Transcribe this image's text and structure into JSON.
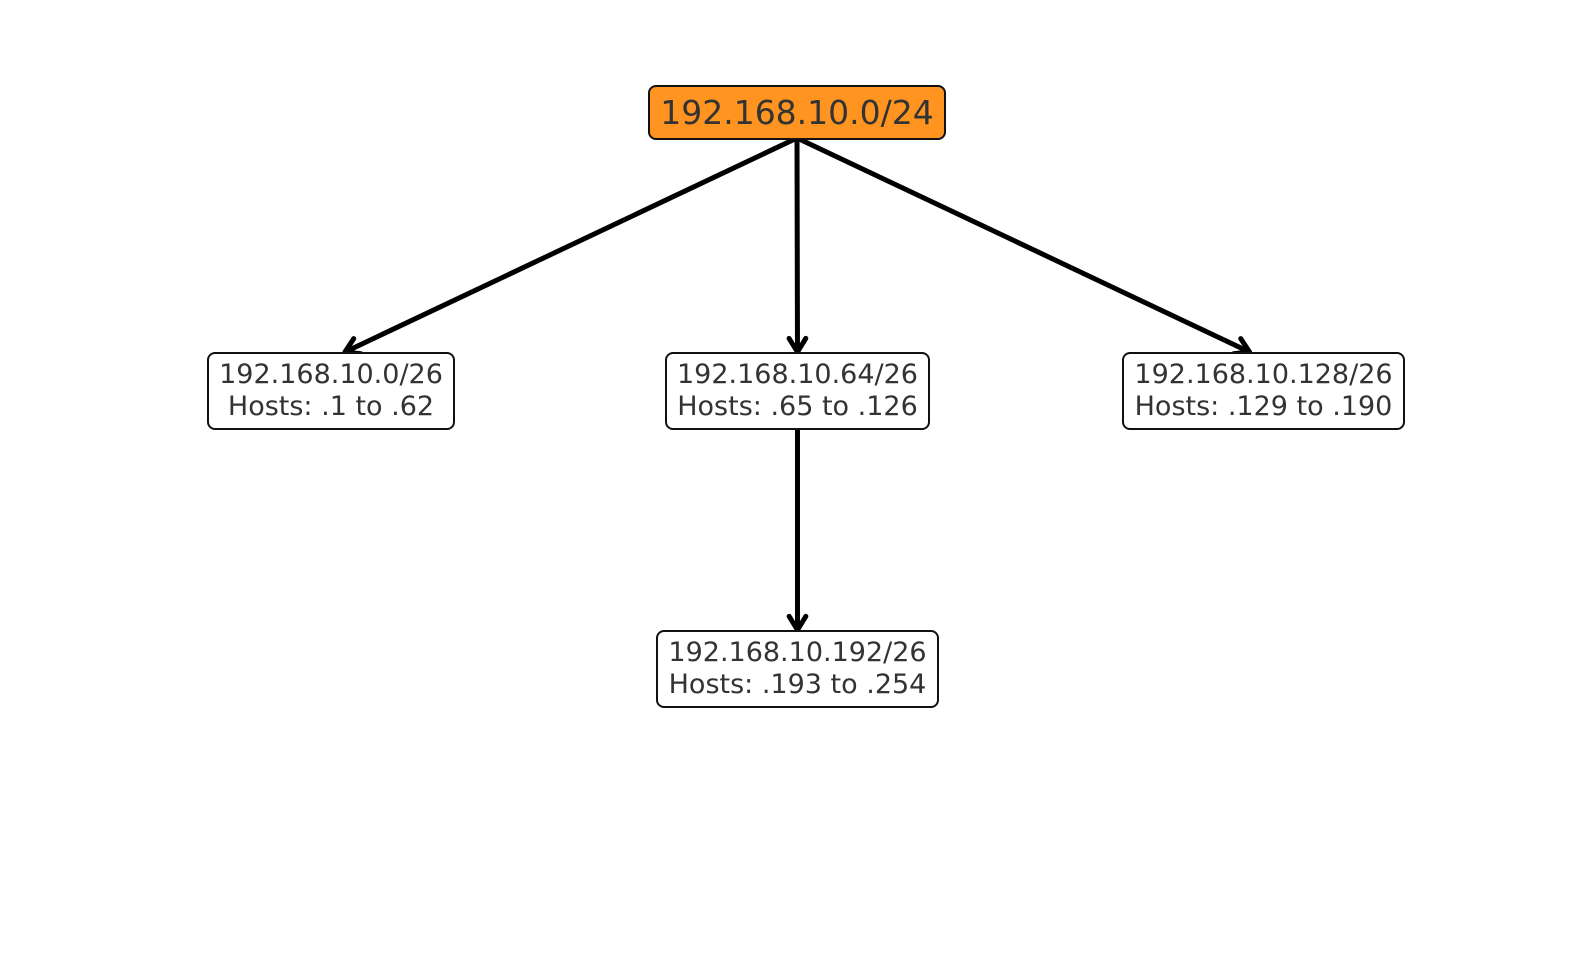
{
  "colors": {
    "root_fill": "#ff9420",
    "child_fill": "#ffffff",
    "border": "#111111",
    "text": "#333333",
    "edge": "#000000"
  },
  "nodes": {
    "root": {
      "line1": "192.168.10.0/24"
    },
    "subnet_0": {
      "line1": "192.168.10.0/26",
      "line2": "Hosts: .1 to .62"
    },
    "subnet_64": {
      "line1": "192.168.10.64/26",
      "line2": "Hosts: .65 to .126"
    },
    "subnet_128": {
      "line1": "192.168.10.128/26",
      "line2": "Hosts: .129 to .190"
    },
    "subnet_192": {
      "line1": "192.168.10.192/26",
      "line2": "Hosts: .193 to .254"
    }
  },
  "edges": [
    {
      "from": "root",
      "to": "subnet_0"
    },
    {
      "from": "root",
      "to": "subnet_64"
    },
    {
      "from": "root",
      "to": "subnet_128"
    },
    {
      "from": "subnet_64",
      "to": "subnet_192"
    }
  ]
}
